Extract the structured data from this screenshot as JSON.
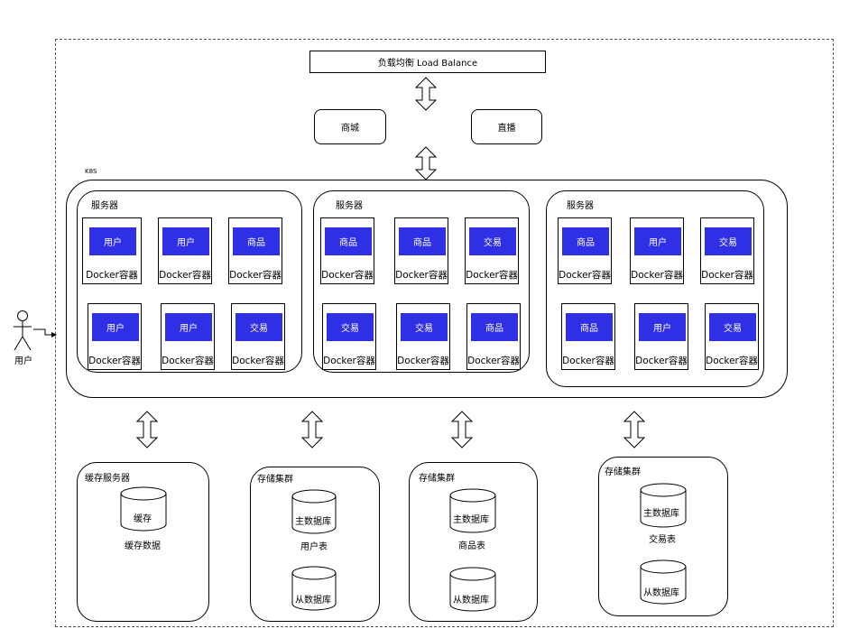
{
  "load_balancer": "负载均衡 Load Balance",
  "apps": [
    "商城",
    "直播"
  ],
  "k8s_label": "K8S",
  "user_label": "用户",
  "docker_label": "Docker容器",
  "servers": [
    {
      "title": "服务器",
      "containers": [
        "用户",
        "用户",
        "商品",
        "用户",
        "用户",
        "交易"
      ]
    },
    {
      "title": "服务器",
      "containers": [
        "商品",
        "商品",
        "交易",
        "交易",
        "交易",
        "商品"
      ]
    },
    {
      "title": "服务器",
      "containers": [
        "商品",
        "用户",
        "交易",
        "商品",
        "用户",
        "交易"
      ]
    }
  ],
  "cache": {
    "title": "缓存服务器",
    "db": "缓存",
    "caption": "缓存数据"
  },
  "storage": [
    {
      "title": "存储集群",
      "master": "主数据库",
      "table": "用户表",
      "slave": "从数据库"
    },
    {
      "title": "存储集群",
      "master": "主数据库",
      "table": "商品表",
      "slave": "从数据库"
    },
    {
      "title": "存储集群",
      "master": "主数据库",
      "table": "交易表",
      "slave": "从数据库"
    }
  ],
  "colors": {
    "container_fill": "#2f2fe6",
    "line": "#000000",
    "background": "#ffffff"
  }
}
